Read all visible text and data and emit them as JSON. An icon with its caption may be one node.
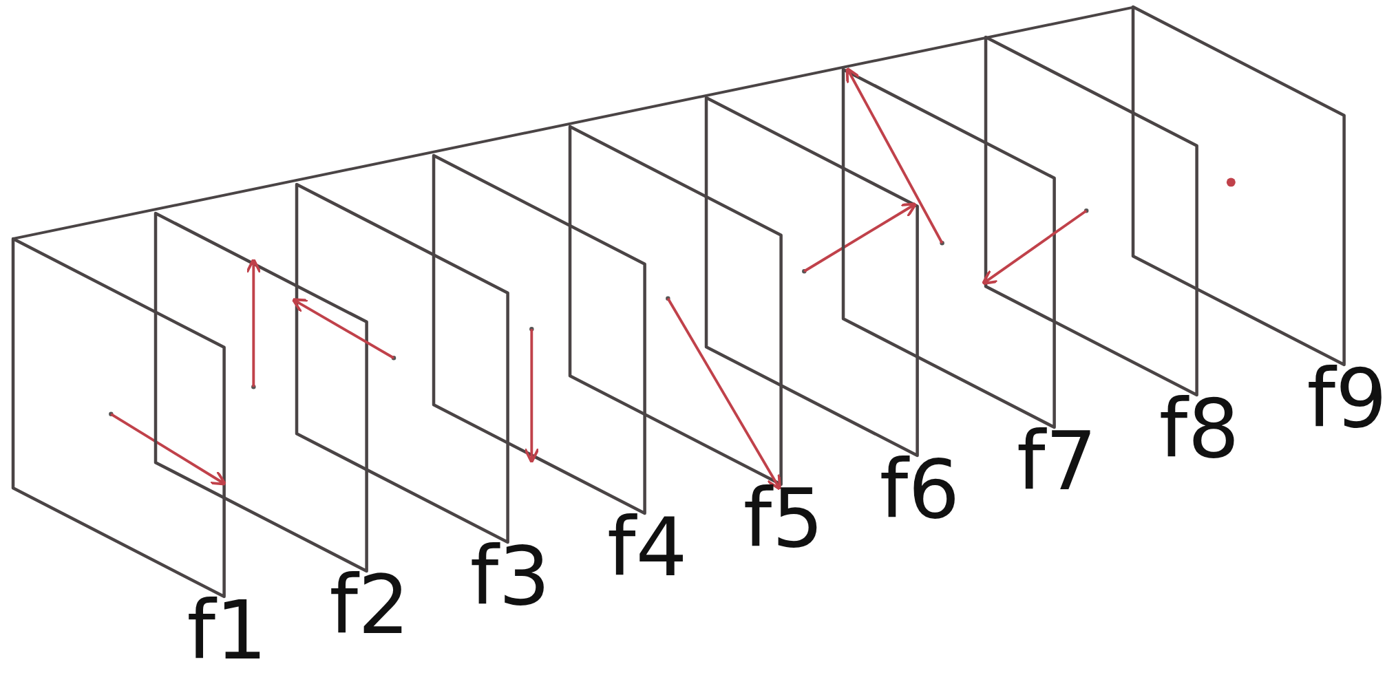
{
  "diagram": {
    "nodes": [
      {
        "text": [
          "f1"
        ]
      },
      {
        "text": [
          "f2"
        ]
      },
      {
        "text": [
          "f3"
        ]
      },
      {
        "text": [
          "f4"
        ]
      },
      {
        "text": [
          "f5"
        ]
      },
      {
        "text": [
          "f6"
        ]
      },
      {
        "text": [
          "f7"
        ]
      },
      {
        "text": [
          "f8"
        ]
      },
      {
        "text": [
          "f9"
        ]
      }
    ]
  }
}
